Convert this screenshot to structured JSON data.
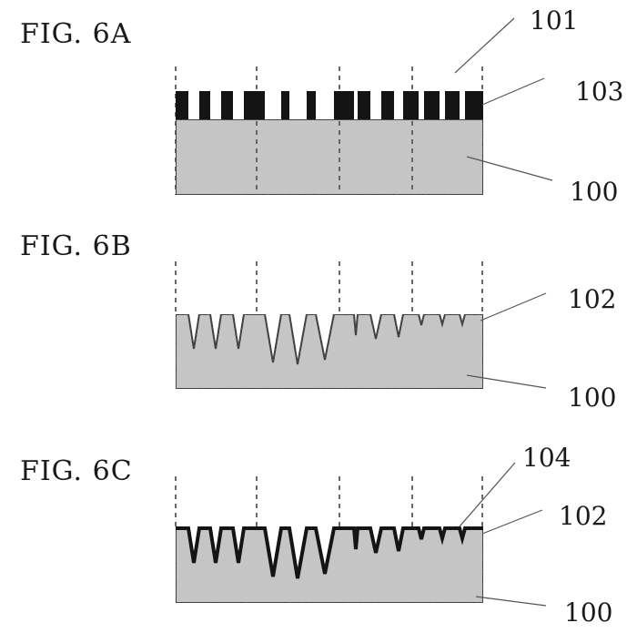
{
  "figures": {
    "a": {
      "title": "FIG. 6A",
      "refs": {
        "gap": "101",
        "mask": "103",
        "substrate": "100"
      }
    },
    "b": {
      "title": "FIG. 6B",
      "refs": {
        "surface": "102",
        "substrate": "100"
      }
    },
    "c": {
      "title": "FIG. 6C",
      "refs": {
        "coating": "104",
        "surface": "102",
        "substrate": "100"
      }
    }
  },
  "colors": {
    "substrate": "#c6c6c6",
    "mask": "#141414",
    "outline": "#1a1a1a"
  }
}
